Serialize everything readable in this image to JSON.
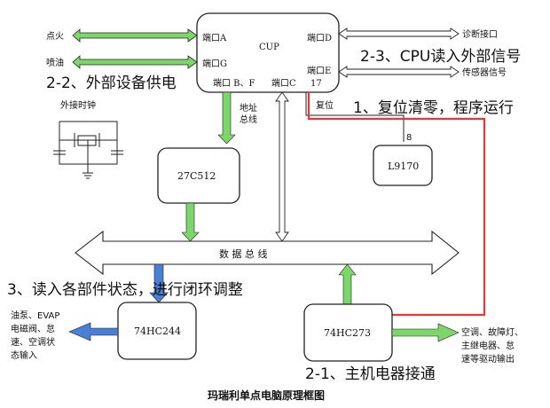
{
  "cpu": {
    "name": "CUP",
    "port_a": "端口A",
    "port_g": "端口G",
    "port_bf": "端口 B、F",
    "port_c": "端口C",
    "port_d": "端口D",
    "port_e": "端口E",
    "pin17": "17"
  },
  "left_signals": {
    "ignition": "点火",
    "injection": "喷油"
  },
  "right_signals": {
    "diag": "诊断接口",
    "sensor": "传感器信号"
  },
  "clock_label": "外接时钟",
  "addr_bus": [
    "地址",
    "总线"
  ],
  "reset_label": "复位",
  "pin8": "8",
  "chips": {
    "eprom": "27C512",
    "l9170": "L9170",
    "in_chip": "74HC244",
    "out_chip": "74HC273"
  },
  "data_bus": "数 据 总 线",
  "inputs_label": [
    "油泵、EVAP",
    "电磁阀、怠",
    "速、空调状",
    "态输入"
  ],
  "outputs_label": [
    "空调、故障灯、",
    "主继电器、怠",
    "速等驱动输出"
  ],
  "annotations": {
    "a23": "2-3、CPU读入外部信号",
    "a22": "2-2、外部设备供电",
    "a1": "1、复位清零，程序运行",
    "a3": "3、读入各部件状态，进行闭环调整",
    "a21": "2-1、主机电器接通"
  },
  "caption": "玛瑞利单点电脑原理框图",
  "colors": {
    "green": "#7cd66a",
    "blue": "#4a7fd6",
    "red": "#e03a3a",
    "line": "#222222"
  }
}
